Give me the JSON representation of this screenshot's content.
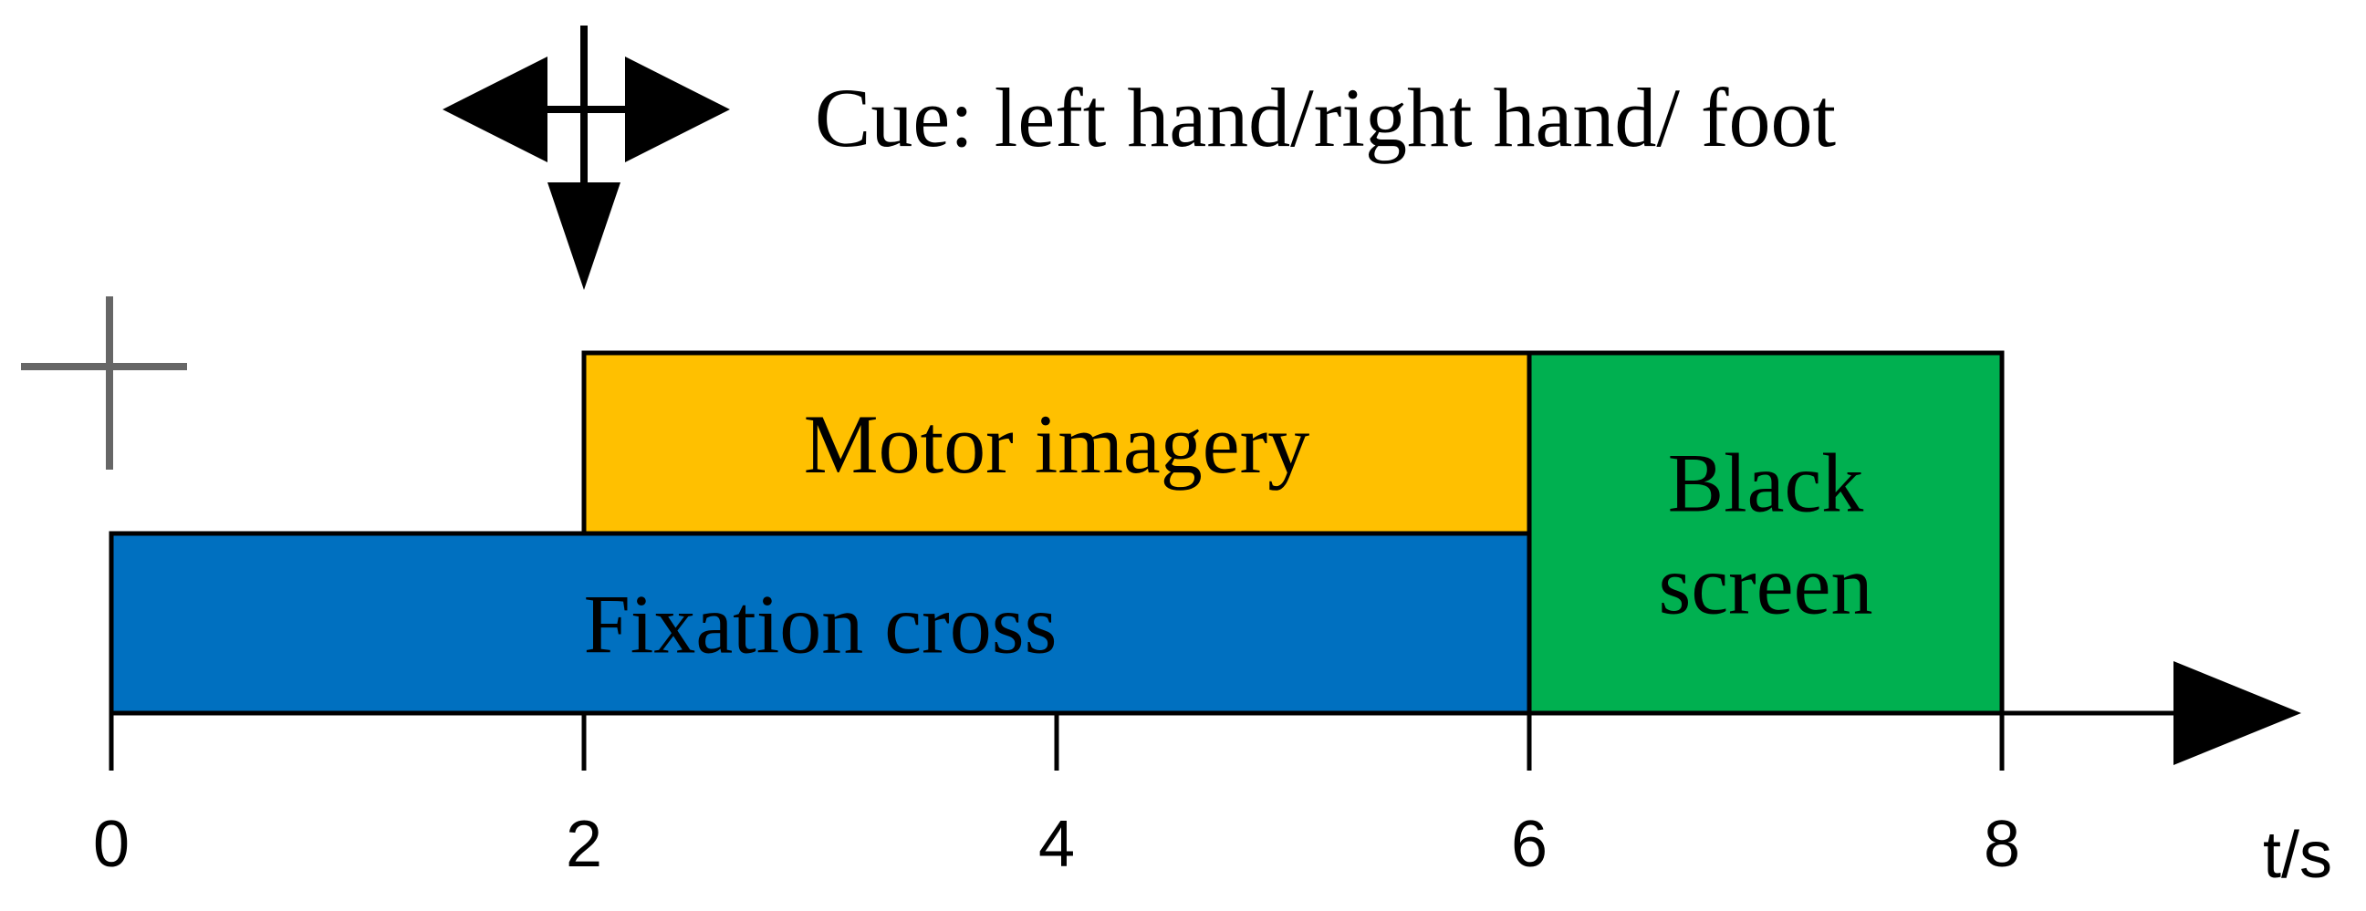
{
  "cue": {
    "label": "Cue: left hand/right hand/ foot"
  },
  "blocks": [
    {
      "id": "fixation",
      "label_lines": [
        "Fixation cross"
      ],
      "start": 0,
      "end": 6,
      "row": "bottom",
      "color": "#0070C0"
    },
    {
      "id": "motor",
      "label_lines": [
        "Motor imagery"
      ],
      "start": 2,
      "end": 6,
      "row": "top",
      "color": "#FFC000"
    },
    {
      "id": "black",
      "label_lines": [
        "Black",
        "screen"
      ],
      "start": 6,
      "end": 8,
      "row": "full",
      "color": "#00B050"
    }
  ],
  "axis": {
    "unit_label": "t/s",
    "ticks": [
      {
        "value": 0,
        "label": "0"
      },
      {
        "value": 2,
        "label": "2"
      },
      {
        "value": 4,
        "label": "4"
      },
      {
        "value": 6,
        "label": "6"
      },
      {
        "value": 8,
        "label": "8"
      }
    ]
  },
  "colors": {
    "fixation": "#0070C0",
    "motor": "#FFC000",
    "black_screen": "#00B050",
    "line": "#000000",
    "cross": "#666666"
  },
  "icons": {
    "cue_arrows": "four-way-arrow-icon",
    "fixation_cross": "fixation-cross-icon"
  }
}
